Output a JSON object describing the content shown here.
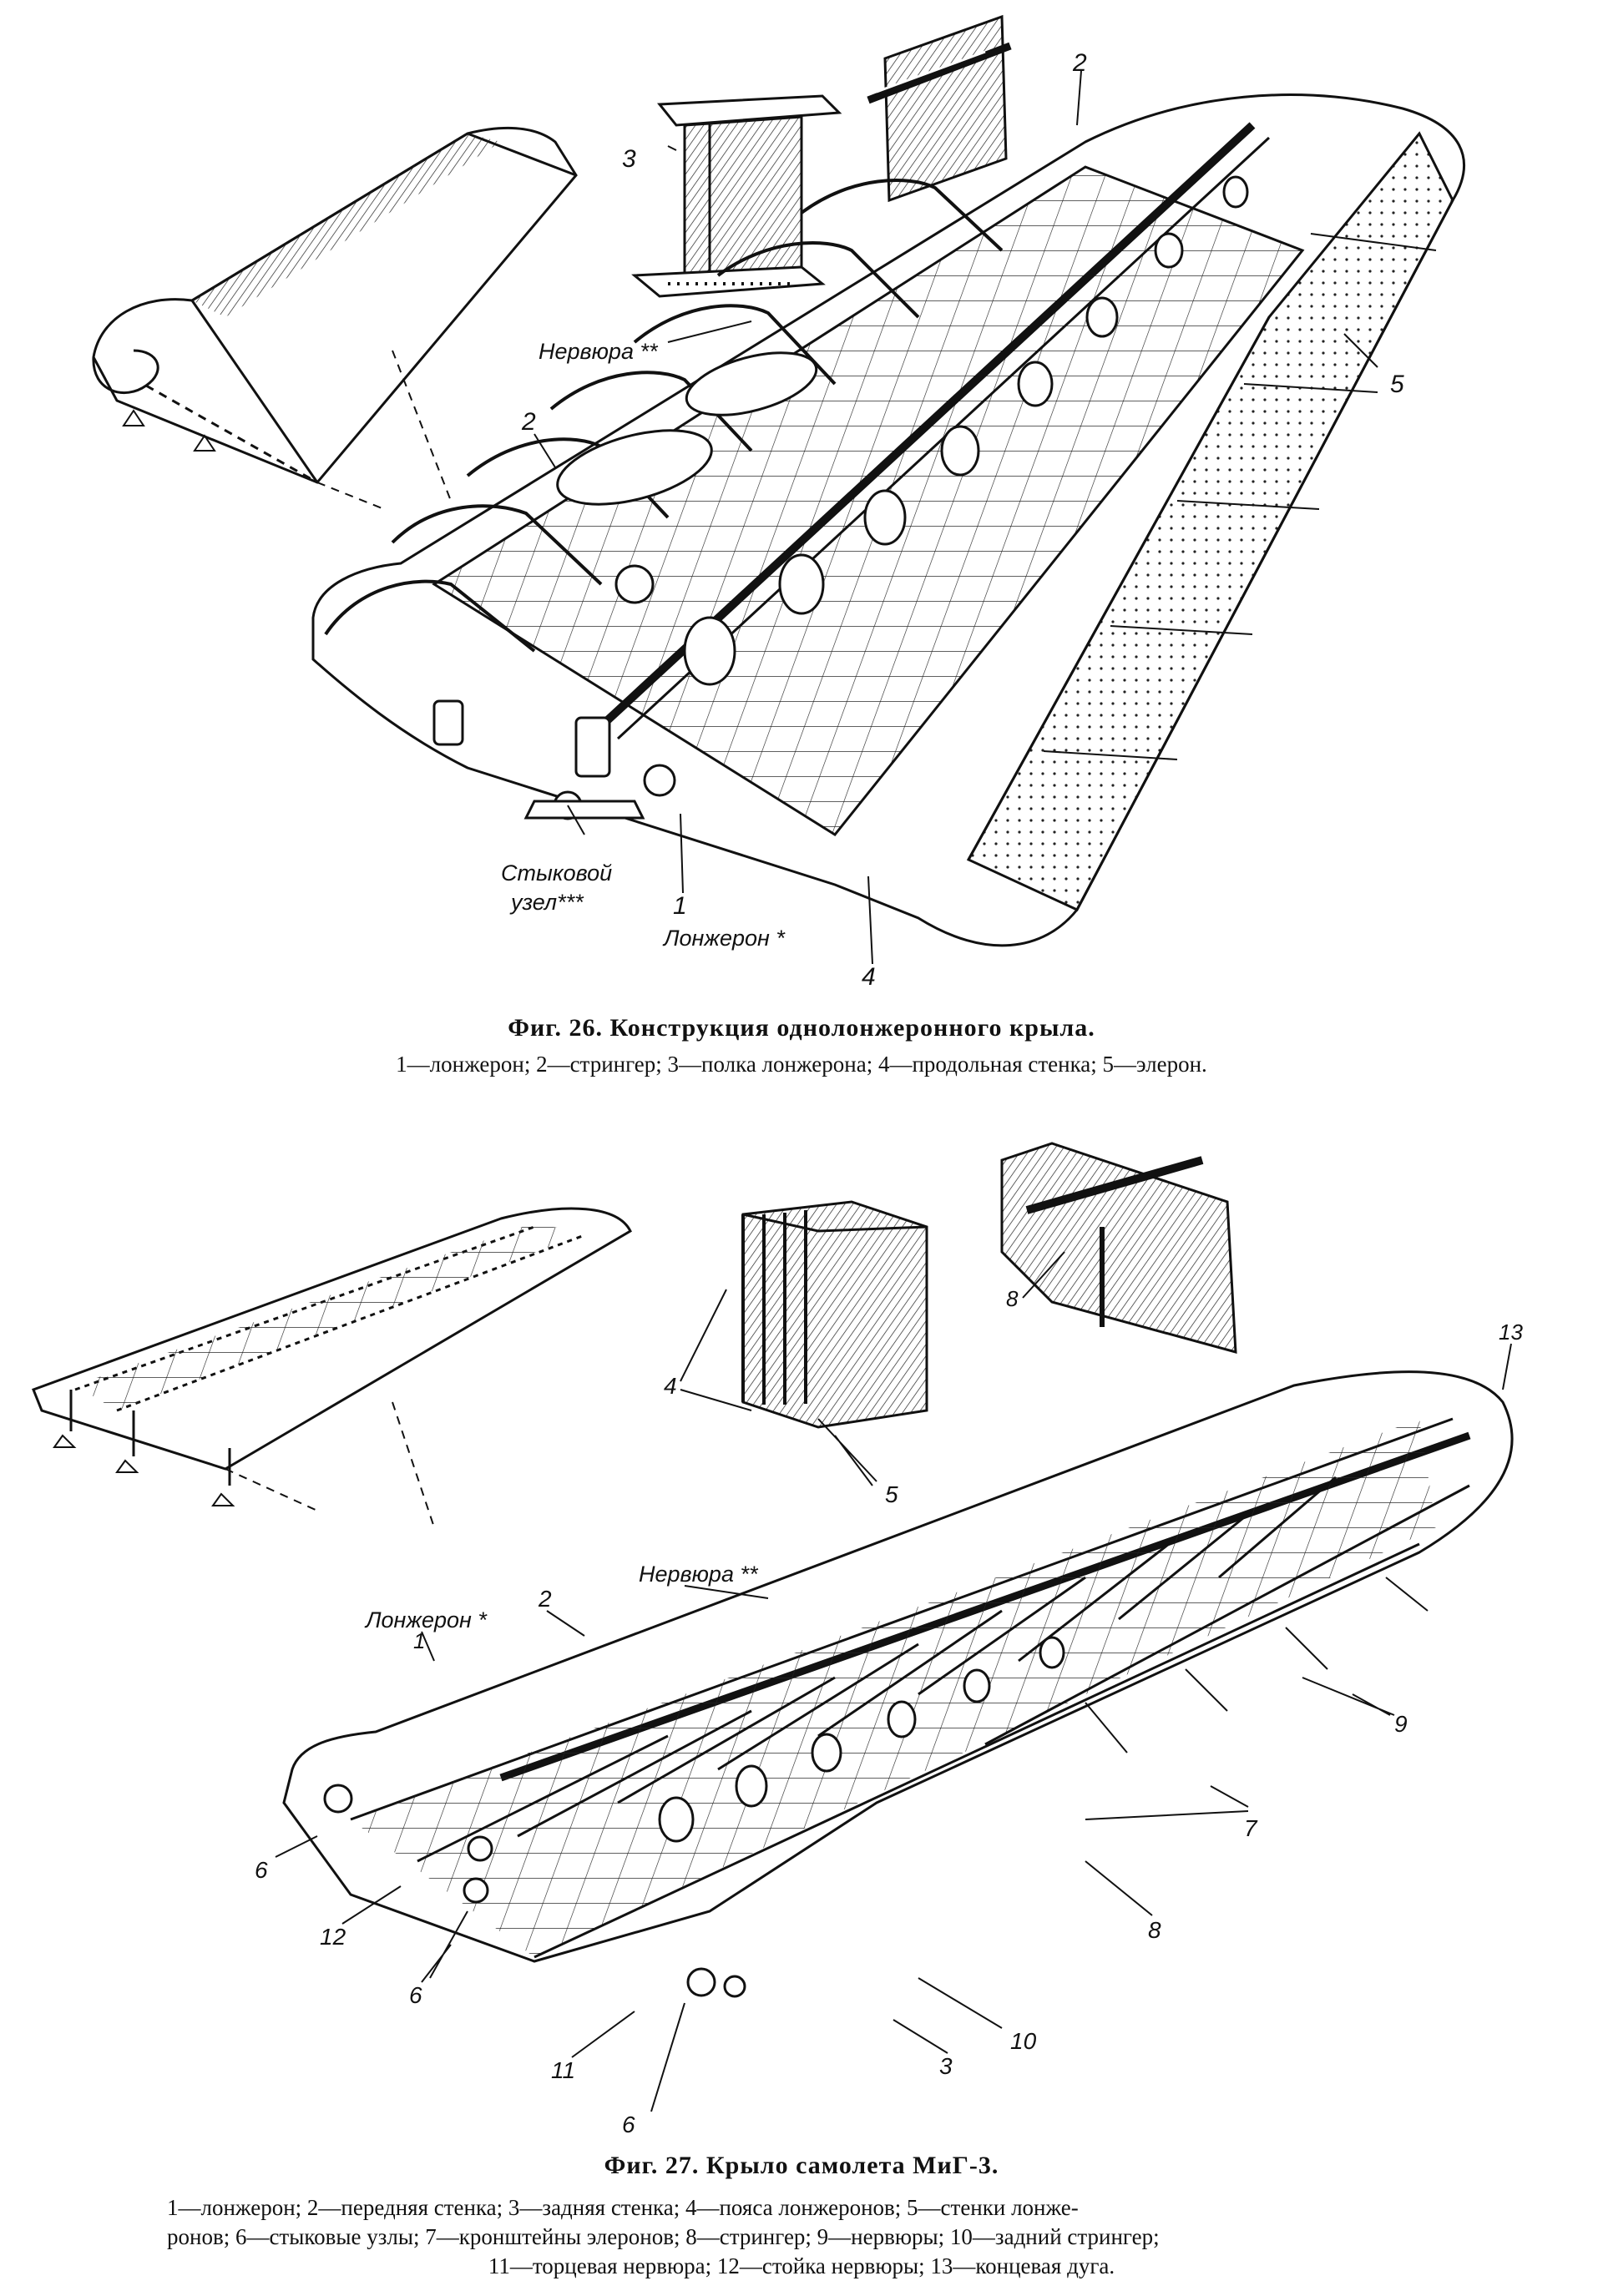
{
  "fig26": {
    "labels": {
      "n2a": "2",
      "n2b": "2",
      "n3": "3",
      "n5": "5",
      "n1": "1",
      "n4": "4",
      "nervura": "Нервюра **",
      "lonzheron": "Лонжерон *",
      "stykovoy": "Стыковой",
      "uzel": "узел***"
    },
    "title": "Фиг. 26. Конструкция однолонжеронного крыла.",
    "legend": "1—лонжерон; 2—стрингер; 3—полка лонжерона; 4—продольная стенка; 5—элерон."
  },
  "fig27": {
    "labels": {
      "n13": "13",
      "n8a": "8",
      "n4": "4",
      "n5": "5",
      "nervura": "Нервюра **",
      "lonzheron": "Лонжерон *",
      "n1": "1",
      "n2": "2",
      "n9": "9",
      "n7": "7",
      "n8b": "8",
      "n6a": "6",
      "n12": "12",
      "n6b": "6",
      "n11": "11",
      "n6c": "6",
      "n10": "10",
      "n3": "3"
    },
    "title": "Фиг. 27. Крыло самолета МиГ-3.",
    "legend_line1": "1—лонжерон; 2—передняя стенка; 3—задняя стенка; 4—пояса лонжеронов; 5—стенки лонже-",
    "legend_line2": "ронов; 6—стыковые узлы; 7—кронштейны элеронов; 8—стрингер; 9—нервюры; 10—задний стрингер;",
    "legend_line3": "11—торцевая нервюра; 12—стойка нервюры; 13—концевая дуга."
  }
}
